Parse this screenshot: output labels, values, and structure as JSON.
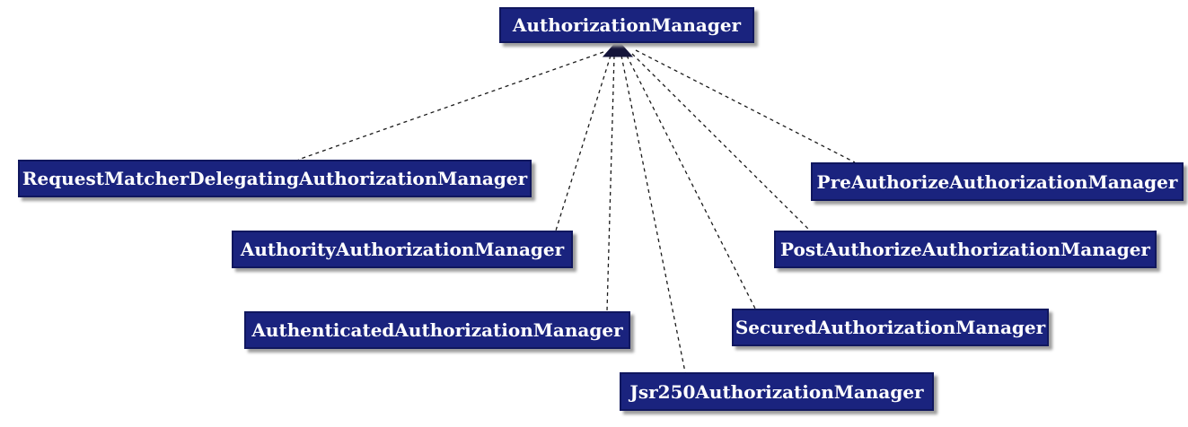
{
  "diagram": {
    "type": "class-hierarchy",
    "relationship": "implements",
    "edge_style": "dashed",
    "interface": {
      "label": "AuthorizationManager"
    },
    "implementations": [
      {
        "label": "RequestMatcherDelegatingAuthorizationManager"
      },
      {
        "label": "AuthorityAuthorizationManager"
      },
      {
        "label": "AuthenticatedAuthorizationManager"
      },
      {
        "label": "Jsr250AuthorizationManager"
      },
      {
        "label": "SecuredAuthorizationManager"
      },
      {
        "label": "PostAuthorizeAuthorizationManager"
      },
      {
        "label": "PreAuthorizeAuthorizationManager"
      }
    ],
    "edges": [
      {
        "from": "RequestMatcherDelegatingAuthorizationManager",
        "to": "AuthorizationManager"
      },
      {
        "from": "AuthorityAuthorizationManager",
        "to": "AuthorizationManager"
      },
      {
        "from": "AuthenticatedAuthorizationManager",
        "to": "AuthorizationManager"
      },
      {
        "from": "Jsr250AuthorizationManager",
        "to": "AuthorizationManager"
      },
      {
        "from": "SecuredAuthorizationManager",
        "to": "AuthorizationManager"
      },
      {
        "from": "PostAuthorizeAuthorizationManager",
        "to": "AuthorizationManager"
      },
      {
        "from": "PreAuthorizeAuthorizationManager",
        "to": "AuthorizationManager"
      }
    ],
    "colors": {
      "node_fill": "#1a237e",
      "node_border": "#10175e",
      "node_text": "#ffffff",
      "edge": "#1a1a1a",
      "shadow": "#9e9e9e",
      "background": "#ffffff"
    }
  }
}
